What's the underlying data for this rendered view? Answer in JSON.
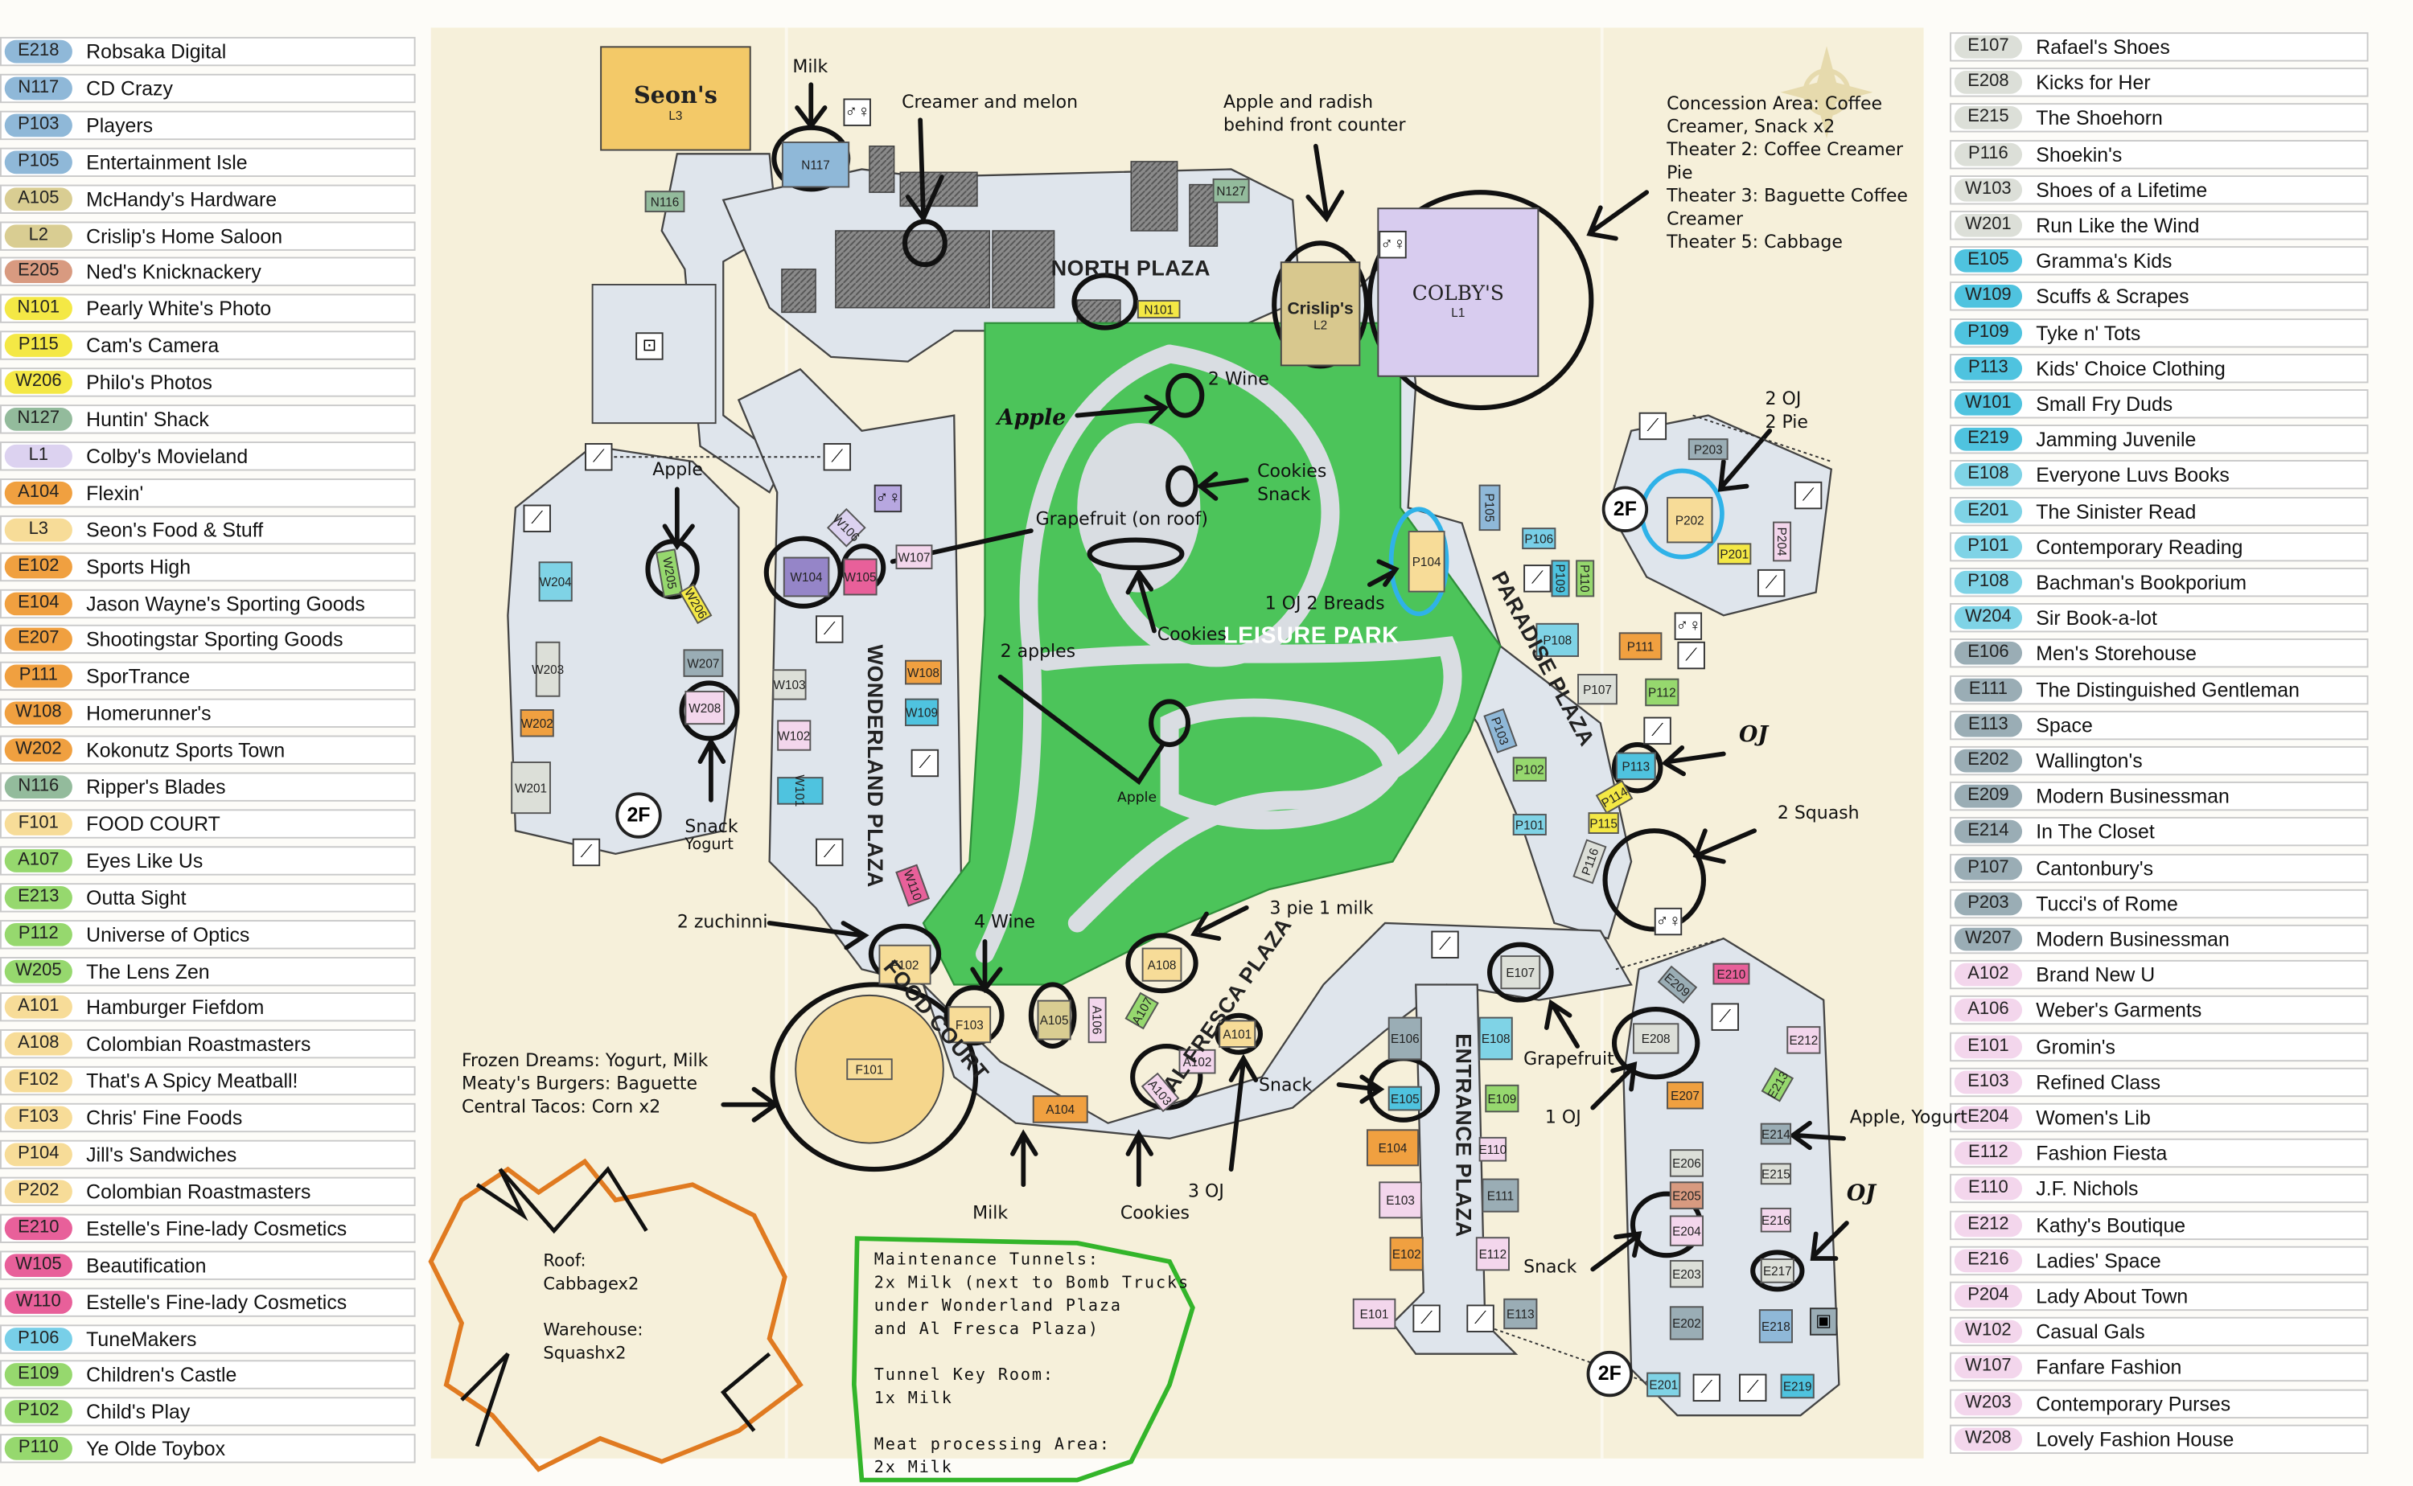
{
  "colors": {
    "circle_ink": "#111111",
    "blue_ring": "#2fb2e8",
    "maintenance_outline": "#33b52a",
    "roof_scribble": "#e07a20",
    "park_green": "#4cc45a"
  },
  "directory_left": [
    {
      "code": "E218",
      "name": "Robsaka Digital",
      "color": "#8fb8d8"
    },
    {
      "code": "N117",
      "name": "CD Crazy",
      "color": "#8fb8d8"
    },
    {
      "code": "P103",
      "name": "Players",
      "color": "#8fb8d8"
    },
    {
      "code": "P105",
      "name": "Entertainment Isle",
      "color": "#8fb8d8"
    },
    {
      "code": "A105",
      "name": "McHandy's Hardware",
      "color": "#d9cd92"
    },
    {
      "code": "L2",
      "name": "Crislip's Home Saloon",
      "color": "#d9cd92"
    },
    {
      "code": "E205",
      "name": "Ned's Knicknackery",
      "color": "#d89a80"
    },
    {
      "code": "N101",
      "name": "Pearly White's Photo",
      "color": "#f4e845"
    },
    {
      "code": "P115",
      "name": "Cam's Camera",
      "color": "#f4e845"
    },
    {
      "code": "W206",
      "name": "Philo's Photos",
      "color": "#f4e845"
    },
    {
      "code": "N127",
      "name": "Huntin' Shack",
      "color": "#93bb9c"
    },
    {
      "code": "L1",
      "name": "Colby's Movieland",
      "color": "#dcd2f0"
    },
    {
      "code": "A104",
      "name": "Flexin'",
      "color": "#f0a040"
    },
    {
      "code": "L3",
      "name": "Seon's Food & Stuff",
      "color": "#f7dc98"
    },
    {
      "code": "E102",
      "name": "Sports High",
      "color": "#f0a040"
    },
    {
      "code": "E104",
      "name": "Jason Wayne's Sporting Goods",
      "color": "#f0a040"
    },
    {
      "code": "E207",
      "name": "Shootingstar Sporting Goods",
      "color": "#f0a040"
    },
    {
      "code": "P111",
      "name": "SporTrance",
      "color": "#f0a040"
    },
    {
      "code": "W108",
      "name": "Homerunner's",
      "color": "#f0a040"
    },
    {
      "code": "W202",
      "name": "Kokonutz Sports Town",
      "color": "#f0a040"
    },
    {
      "code": "N116",
      "name": "Ripper's Blades",
      "color": "#93bb9c"
    },
    {
      "code": "F101",
      "name": "FOOD COURT",
      "color": "#f7dc98"
    },
    {
      "code": "A107",
      "name": "Eyes Like Us",
      "color": "#96d86e"
    },
    {
      "code": "E213",
      "name": "Outta Sight",
      "color": "#96d86e"
    },
    {
      "code": "P112",
      "name": "Universe of Optics",
      "color": "#96d86e"
    },
    {
      "code": "W205",
      "name": "The Lens Zen",
      "color": "#96d86e"
    },
    {
      "code": "A101",
      "name": "Hamburger Fiefdom",
      "color": "#f7dc98"
    },
    {
      "code": "A108",
      "name": "Colombian Roastmasters",
      "color": "#f7dc98"
    },
    {
      "code": "F102",
      "name": "That's A Spicy Meatball!",
      "color": "#f7dc98"
    },
    {
      "code": "F103",
      "name": "Chris' Fine Foods",
      "color": "#f7dc98"
    },
    {
      "code": "P104",
      "name": "Jill's Sandwiches",
      "color": "#f7dc98"
    },
    {
      "code": "P202",
      "name": "Colombian Roastmasters",
      "color": "#f7dc98"
    },
    {
      "code": "E210",
      "name": "Estelle's Fine-lady Cosmetics",
      "color": "#e8609a"
    },
    {
      "code": "W105",
      "name": "Beautification",
      "color": "#e8609a"
    },
    {
      "code": "W110",
      "name": "Estelle's Fine-lady Cosmetics",
      "color": "#e8609a"
    },
    {
      "code": "P106",
      "name": "TuneMakers",
      "color": "#78cfe8"
    },
    {
      "code": "E109",
      "name": "Children's Castle",
      "color": "#96d86e"
    },
    {
      "code": "P102",
      "name": "Child's Play",
      "color": "#96d86e"
    },
    {
      "code": "P110",
      "name": "Ye Olde Toybox",
      "color": "#96d86e"
    }
  ],
  "directory_right": [
    {
      "code": "E107",
      "name": "Rafael's Shoes",
      "color": "#dcdfd8"
    },
    {
      "code": "E208",
      "name": "Kicks for Her",
      "color": "#dcdfd8"
    },
    {
      "code": "E215",
      "name": "The Shoehorn",
      "color": "#dcdfd8"
    },
    {
      "code": "P116",
      "name": "Shoekin's",
      "color": "#dcdfd8"
    },
    {
      "code": "W103",
      "name": "Shoes of a Lifetime",
      "color": "#dcdfd8"
    },
    {
      "code": "W201",
      "name": "Run Like the Wind",
      "color": "#dcdfd8"
    },
    {
      "code": "E105",
      "name": "Gramma's Kids",
      "color": "#4fc3df"
    },
    {
      "code": "W109",
      "name": "Scuffs & Scrapes",
      "color": "#4fc3df"
    },
    {
      "code": "P109",
      "name": "Tyke n' Tots",
      "color": "#4fc3df"
    },
    {
      "code": "P113",
      "name": "Kids' Choice Clothing",
      "color": "#4fc3df"
    },
    {
      "code": "W101",
      "name": "Small Fry Duds",
      "color": "#4fc3df"
    },
    {
      "code": "E219",
      "name": "Jamming Juvenile",
      "color": "#4fc3df"
    },
    {
      "code": "E108",
      "name": "Everyone Luvs Books",
      "color": "#7fd3e6"
    },
    {
      "code": "E201",
      "name": "The Sinister Read",
      "color": "#7fd3e6"
    },
    {
      "code": "P101",
      "name": "Contemporary Reading",
      "color": "#7fd3e6"
    },
    {
      "code": "P108",
      "name": "Bachman's Bookporium",
      "color": "#7fd3e6"
    },
    {
      "code": "W204",
      "name": "Sir Book-a-lot",
      "color": "#7fd3e6"
    },
    {
      "code": "E106",
      "name": "Men's Storehouse",
      "color": "#9aadb5"
    },
    {
      "code": "E111",
      "name": "The Distinguished Gentleman",
      "color": "#9aadb5"
    },
    {
      "code": "E113",
      "name": "Space",
      "color": "#9aadb5"
    },
    {
      "code": "E202",
      "name": "Wallington's",
      "color": "#9aadb5"
    },
    {
      "code": "E209",
      "name": "Modern Businessman",
      "color": "#9aadb5"
    },
    {
      "code": "E214",
      "name": "In The Closet",
      "color": "#9aadb5"
    },
    {
      "code": "P107",
      "name": "Cantonbury's",
      "color": "#9aadb5"
    },
    {
      "code": "P203",
      "name": "Tucci's of Rome",
      "color": "#9aadb5"
    },
    {
      "code": "W207",
      "name": "Modern Businessman",
      "color": "#9aadb5"
    },
    {
      "code": "A102",
      "name": "Brand New U",
      "color": "#f3d6ec"
    },
    {
      "code": "A106",
      "name": "Weber's Garments",
      "color": "#f3d6ec"
    },
    {
      "code": "E101",
      "name": "Gromin's",
      "color": "#f3d6ec"
    },
    {
      "code": "E103",
      "name": "Refined Class",
      "color": "#f3d6ec"
    },
    {
      "code": "E204",
      "name": "Women's Lib",
      "color": "#f3d6ec"
    },
    {
      "code": "E112",
      "name": "Fashion Fiesta",
      "color": "#f3d6ec"
    },
    {
      "code": "E110",
      "name": "J.F. Nichols",
      "color": "#f3d6ec"
    },
    {
      "code": "E212",
      "name": "Kathy's Boutique",
      "color": "#f3d6ec"
    },
    {
      "code": "E216",
      "name": "Ladies' Space",
      "color": "#f3d6ec"
    },
    {
      "code": "P204",
      "name": "Lady About Town",
      "color": "#f3d6ec"
    },
    {
      "code": "W102",
      "name": "Casual Gals",
      "color": "#f3d6ec"
    },
    {
      "code": "W107",
      "name": "Fanfare Fashion",
      "color": "#f3d6ec"
    },
    {
      "code": "W203",
      "name": "Contemporary Purses",
      "color": "#f3d6ec"
    },
    {
      "code": "W208",
      "name": "Lovely Fashion House",
      "color": "#f3d6ec"
    }
  ],
  "map": {
    "plazas": {
      "north": "NORTH PLAZA",
      "leisure": "LEISURE PARK",
      "wonderland": "WONDERLAND PLAZA",
      "paradise": "PARADISE PLAZA",
      "food_court": "FOOD COURT",
      "al_fresca": "AL FRESCA PLAZA",
      "entrance": "ENTRANCE PLAZA"
    },
    "anchors": {
      "seons": {
        "name": "Seon's",
        "code": "L3"
      },
      "crislips": {
        "name": "Crislip's",
        "code": "L2"
      },
      "colbys": {
        "name": "COLBY'S",
        "code": "L1"
      }
    },
    "floor_badges": [
      "2F",
      "2F",
      "2F"
    ],
    "stores": [
      {
        "code": "N117",
        "color": "#8fb8d8"
      },
      {
        "code": "N116",
        "color": "#93bb9c"
      },
      {
        "code": "N127",
        "color": "#93bb9c"
      },
      {
        "code": "N101",
        "color": "#f4e845"
      },
      {
        "code": "W106",
        "color": "#dcd2f0"
      },
      {
        "code": "W104",
        "color": "#9585c8"
      },
      {
        "code": "W105",
        "color": "#e8609a"
      },
      {
        "code": "W107",
        "color": "#f3d6ec"
      },
      {
        "code": "W204",
        "color": "#7fd3e6"
      },
      {
        "code": "W205",
        "color": "#96d86e"
      },
      {
        "code": "W206",
        "color": "#f4e845"
      },
      {
        "code": "W203",
        "color": "#dcdfd8"
      },
      {
        "code": "W207",
        "color": "#9aadb5"
      },
      {
        "code": "W208",
        "color": "#f3d6ec"
      },
      {
        "code": "W202",
        "color": "#f0a040"
      },
      {
        "code": "W201",
        "color": "#dcdfd8"
      },
      {
        "code": "W103",
        "color": "#dcdfd8"
      },
      {
        "code": "W108",
        "color": "#f0a040"
      },
      {
        "code": "W109",
        "color": "#4fc3df"
      },
      {
        "code": "W102",
        "color": "#f3d6ec"
      },
      {
        "code": "W101",
        "color": "#4fc3df"
      },
      {
        "code": "W110",
        "color": "#e8609a"
      },
      {
        "code": "P104",
        "color": "#f7dc98"
      },
      {
        "code": "P105",
        "color": "#8fb8d8"
      },
      {
        "code": "P106",
        "color": "#78cfe8"
      },
      {
        "code": "P109",
        "color": "#4fc3df"
      },
      {
        "code": "P110",
        "color": "#96d86e"
      },
      {
        "code": "P108",
        "color": "#7fd3e6"
      },
      {
        "code": "P111",
        "color": "#f0a040"
      },
      {
        "code": "P107",
        "color": "#dcdfd8"
      },
      {
        "code": "P112",
        "color": "#96d86e"
      },
      {
        "code": "P113",
        "color": "#4fc3df"
      },
      {
        "code": "P114",
        "color": "#f4e845"
      },
      {
        "code": "P115",
        "color": "#f4e845"
      },
      {
        "code": "P116",
        "color": "#dcdfd8"
      },
      {
        "code": "P103",
        "color": "#8fb8d8"
      },
      {
        "code": "P102",
        "color": "#96d86e"
      },
      {
        "code": "P101",
        "color": "#7fd3e6"
      },
      {
        "code": "P203",
        "color": "#9aadb5"
      },
      {
        "code": "P202",
        "color": "#f7dc98"
      },
      {
        "code": "P201",
        "color": "#f4e845"
      },
      {
        "code": "P204",
        "color": "#f3d6ec"
      },
      {
        "code": "F101",
        "color": "#f7dc98"
      },
      {
        "code": "F102",
        "color": "#f7dc98"
      },
      {
        "code": "F103",
        "color": "#f7dc98"
      },
      {
        "code": "A105",
        "color": "#d9cd92"
      },
      {
        "code": "A106",
        "color": "#f3d6ec"
      },
      {
        "code": "A107",
        "color": "#96d86e"
      },
      {
        "code": "A108",
        "color": "#f7dc98"
      },
      {
        "code": "A101",
        "color": "#f7dc98"
      },
      {
        "code": "A102",
        "color": "#f3d6ec"
      },
      {
        "code": "A103",
        "color": "#f3d6ec"
      },
      {
        "code": "A104",
        "color": "#f0a040"
      },
      {
        "code": "E106",
        "color": "#9aadb5"
      },
      {
        "code": "E108",
        "color": "#7fd3e6"
      },
      {
        "code": "E105",
        "color": "#4fc3df"
      },
      {
        "code": "E109",
        "color": "#96d86e"
      },
      {
        "code": "E104",
        "color": "#f0a040"
      },
      {
        "code": "E110",
        "color": "#f3d6ec"
      },
      {
        "code": "E111",
        "color": "#9aadb5"
      },
      {
        "code": "E103",
        "color": "#f3d6ec"
      },
      {
        "code": "E112",
        "color": "#f3d6ec"
      },
      {
        "code": "E102",
        "color": "#f0a040"
      },
      {
        "code": "E101",
        "color": "#f3d6ec"
      },
      {
        "code": "E113",
        "color": "#9aadb5"
      },
      {
        "code": "E107",
        "color": "#dcdfd8"
      },
      {
        "code": "E210",
        "color": "#e8609a"
      },
      {
        "code": "E209",
        "color": "#9aadb5"
      },
      {
        "code": "E208",
        "color": "#dcdfd8"
      },
      {
        "code": "E212",
        "color": "#f3d6ec"
      },
      {
        "code": "E213",
        "color": "#96d86e"
      },
      {
        "code": "E207",
        "color": "#f0a040"
      },
      {
        "code": "E214",
        "color": "#9aadb5"
      },
      {
        "code": "E206",
        "color": "#dcdfd8"
      },
      {
        "code": "E215",
        "color": "#dcdfd8"
      },
      {
        "code": "E205",
        "color": "#d89a80"
      },
      {
        "code": "E216",
        "color": "#f3d6ec"
      },
      {
        "code": "E204",
        "color": "#f3d6ec"
      },
      {
        "code": "E203",
        "color": "#dcdfd8"
      },
      {
        "code": "E217",
        "color": "#dcdfd8"
      },
      {
        "code": "E202",
        "color": "#9aadb5"
      },
      {
        "code": "E218",
        "color": "#8fb8d8"
      },
      {
        "code": "E201",
        "color": "#7fd3e6"
      },
      {
        "code": "E219",
        "color": "#4fc3df"
      }
    ]
  },
  "annotations": {
    "milk_top": "Milk",
    "creamer_melon": "Creamer and melon",
    "apple_radish": [
      "Apple and radish",
      "behind front counter"
    ],
    "concession": [
      "Concession Area: Coffee",
      "Creamer, Snack x2",
      "Theater 2: Coffee Creamer",
      "Pie",
      "Theater 3: Baguette Coffee",
      "Creamer",
      "Theater 5: Cabbage"
    ],
    "two_wine": "2 Wine",
    "apple_park": "Apple",
    "cookies_snack": [
      "Cookies",
      "Snack"
    ],
    "grapefruit_roof": "Grapefruit (on roof)",
    "apple_west": "Apple",
    "oj_breads": "1 OJ 2 Breads",
    "cookies_park": "Cookies",
    "two_apples": "2 apples",
    "apple_small": "Apple",
    "snack_yogurt": [
      "Snack",
      "Yogurt"
    ],
    "two_oj_pie": [
      "2 OJ",
      "2 Pie"
    ],
    "oj_paradise": "OJ",
    "two_squash": "2 Squash",
    "pie_milk": "3 pie 1 milk",
    "zucchini": "2 zuchinni",
    "four_wine": "4 Wine",
    "food_court_note": [
      "Frozen Dreams: Yogurt, Milk",
      "Meaty's Burgers: Baguette",
      "Central Tacos: Corn x2"
    ],
    "snack_alfresca": "Snack",
    "grapefruit_entrance": "Grapefruit",
    "one_oj": "1 OJ",
    "apple_yogurt": "Apple, Yogurt",
    "milk_bottom": "Milk",
    "cookies_bottom": "Cookies",
    "three_oj": "3 OJ",
    "snack_entrance": "Snack",
    "oj_east": "OJ",
    "roof_note": [
      "Roof:",
      "Cabbagex2",
      "",
      "Warehouse:",
      "Squashx2"
    ],
    "maintenance": [
      "Maintenance Tunnels:",
      "2x Milk (next to Bomb Trucks",
      "under Wonderland Plaza",
      "and Al Fresca Plaza)",
      "",
      "Tunnel Key Room:",
      "1x Milk",
      "",
      "Meat processing Area:",
      "2x Milk"
    ]
  }
}
